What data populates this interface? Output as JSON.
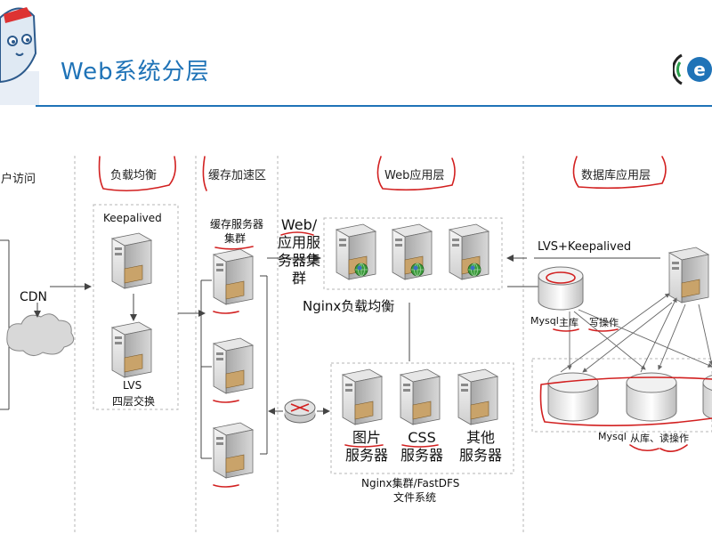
{
  "slide": {
    "title": "Web系统分层"
  },
  "columns": {
    "user_access": "用户访问",
    "load_balancing": "负载均衡",
    "cache_zone": "缓存加速区",
    "web_app_layer": "Web应用层",
    "db_app_layer": "数据库应用层"
  },
  "labels": {
    "cdn": "CDN",
    "keepalived": "Keepalived",
    "lvs": "LVS",
    "lvs_sub": "四层交换",
    "cache_cluster_line1": "缓存服务器",
    "cache_cluster_line2": "集群",
    "web_cluster_line1": "Web/",
    "web_cluster_line2": "应用服",
    "web_cluster_line3": "务器集",
    "web_cluster_line4": "群",
    "nginx_lb": "Nginx负载均衡",
    "img_server_line1": "图片",
    "img_server_line2": "服务器",
    "css_server_line1": "CSS",
    "css_server_line2": "服务器",
    "other_server_line1": "其他",
    "other_server_line2": "服务器",
    "fs_line1": "Nginx集群/FastDFS",
    "fs_line2": "文件系统",
    "lvs_keepalived": "LVS+Keepalived",
    "mysql_master": "Mysql",
    "master_lib": "主库",
    "write_op": "写操作",
    "mysql_slave": "Mysql",
    "slave_lib": "从库、读操作"
  },
  "colors": {
    "title_blue": "#1f73b7",
    "annotation_red": "#d22020",
    "dashed_gray": "#b0b0b0"
  },
  "icons": [
    "mascot-icon",
    "logo-icon",
    "server-icon",
    "globe-icon",
    "cloud-icon",
    "router-icon",
    "database-icon"
  ]
}
